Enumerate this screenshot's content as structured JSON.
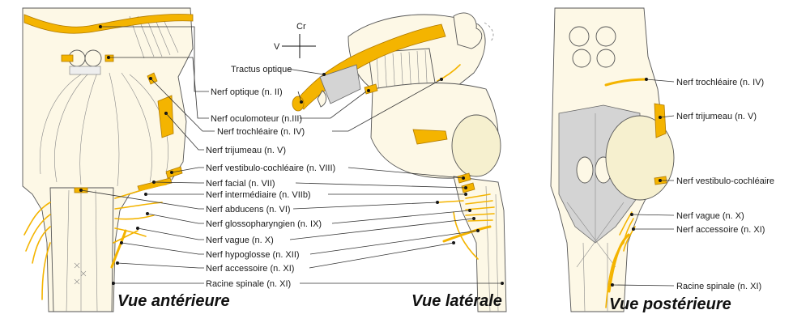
{
  "orientation": {
    "cranial": "Cr",
    "ventral": "V"
  },
  "views": {
    "anterior": {
      "title": "Vue antérieure"
    },
    "lateral": {
      "title": "Vue latérale"
    },
    "posterior": {
      "title": "Vue postérieure"
    }
  },
  "labels_center": [
    "Tractus optique",
    "Nerf optique (n. II)",
    "Nerf oculomoteur (n.III)",
    "Nerf trochléaire (n. IV)",
    "Nerf trijumeau (n. V)",
    "Nerf vestibulo-cochléaire (n. VIII)",
    "Nerf facial (n. VII)",
    "Nerf intermédiaire (n. VIIb)",
    "Nerf abducens (n. VI)",
    "Nerf glossopharyngien (n. IX)",
    "Nerf vague (n. X)",
    "Nerf hypoglosse (n. XII)",
    "Nerf accessoire (n. XI)",
    "Racine spinale (n. XI)"
  ],
  "labels_right": [
    "Nerf trochléaire (n. IV)",
    "Nerf trijumeau (n. V)",
    "Nerf vestibulo-cochléaire",
    "Nerf vague (n. X)",
    "Nerf accessoire (n. XI)",
    "Racine spinale (n. XI)"
  ],
  "colors": {
    "nerve": "#f4b400",
    "tissue": "#fdf8e6",
    "cerebellum": "#f6f0cf",
    "ventricle": "#d4d4d4"
  }
}
